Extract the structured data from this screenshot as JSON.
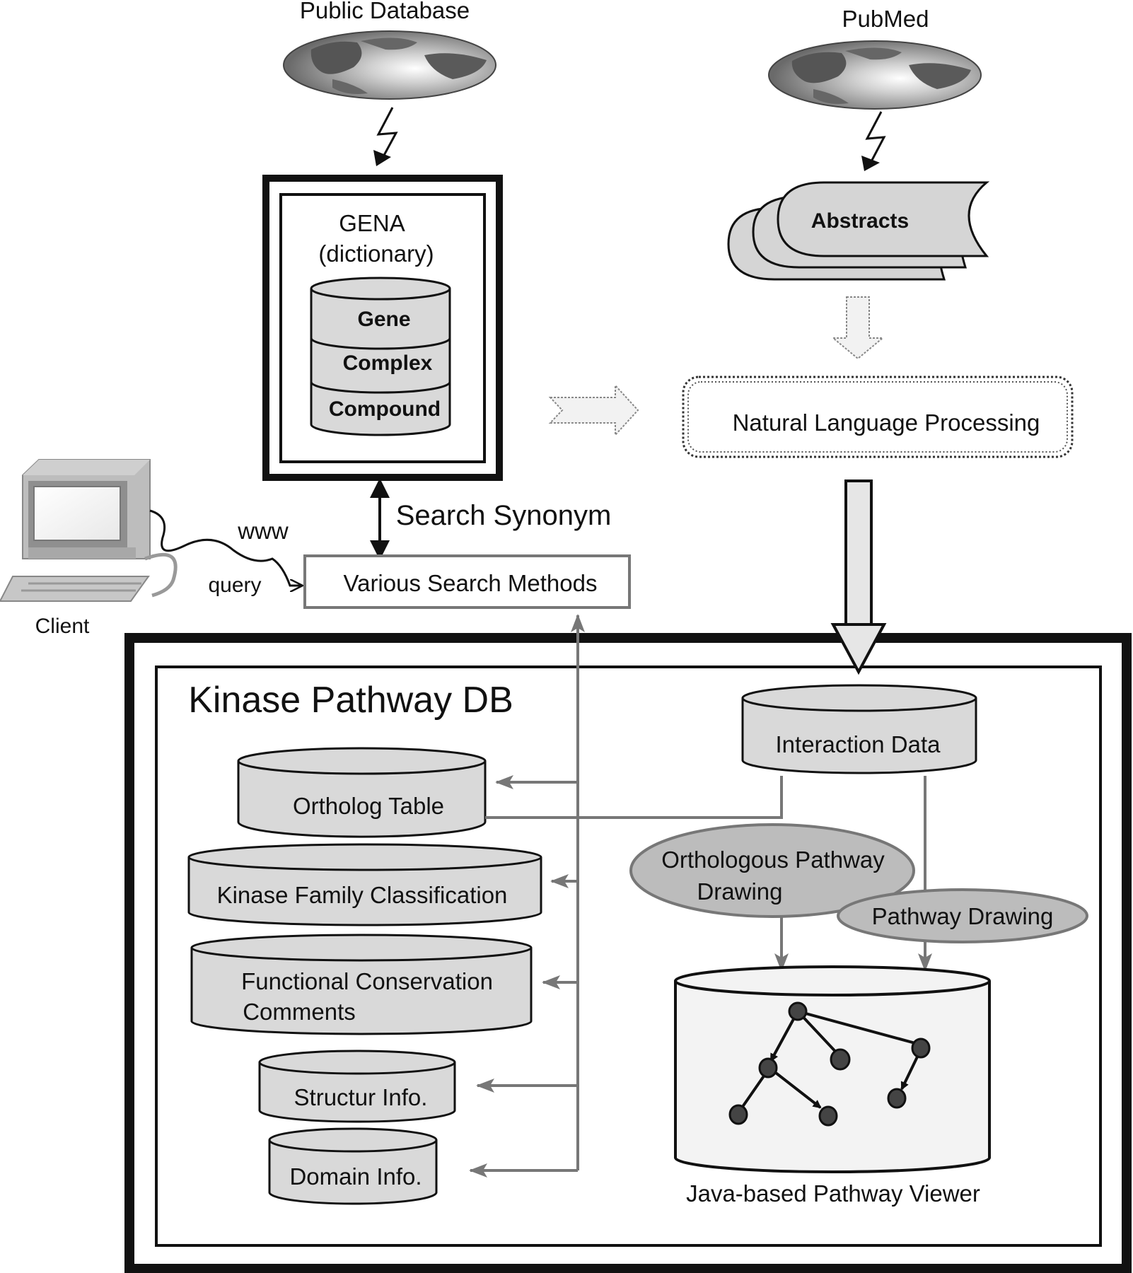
{
  "diagram": {
    "public_database": "Public Database",
    "pubmed": "PubMed",
    "gena_title": "GENA",
    "gena_subtitle": "(dictionary)",
    "gena_layers": [
      "Gene",
      "Complex",
      "Compound"
    ],
    "abstracts": "Abstracts",
    "nlp": "Natural Language Processing",
    "search_synonym": "Search Synonym",
    "www": "www",
    "query": "query",
    "client": "Client",
    "various_search": "Various Search Methods",
    "kinase_db_title": "Kinase Pathway DB",
    "interaction_data": "Interaction Data",
    "ortholog_table": "Ortholog Table",
    "kinase_family": "Kinase Family Classification",
    "functional_line1": "Functional Conservation",
    "functional_line2": "Comments",
    "structur_info": "Structur Info.",
    "domain_info": "Domain Info.",
    "orthologous_line1": "Orthologous Pathway",
    "orthologous_line2": "Drawing",
    "pathway_drawing": "Pathway Drawing",
    "java_viewer": "Java-based Pathway Viewer"
  },
  "icons": [
    "globe-icon",
    "lightning-arrow-icon",
    "computer-icon",
    "database-cylinder-icon",
    "document-stack-icon",
    "pathway-graph-icon"
  ]
}
